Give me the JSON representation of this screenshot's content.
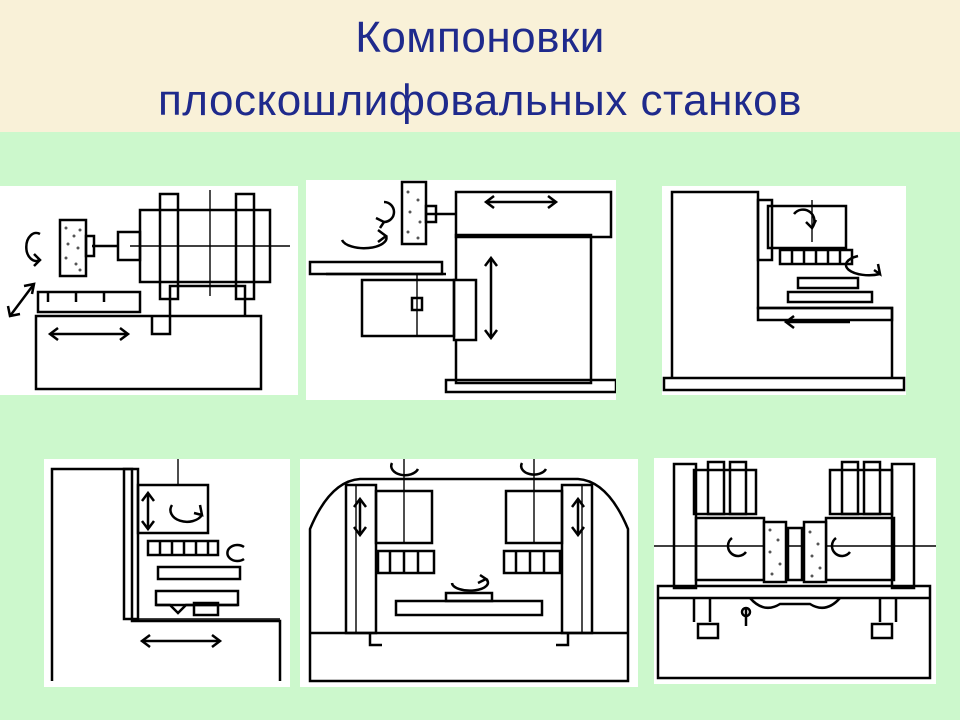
{
  "slide": {
    "title_line1": "Компоновки",
    "title_line2": "плоскошлифовальных станков"
  },
  "colors": {
    "title_band": "#f9f1d8",
    "content_band": "#ccf8cc",
    "title_text": "#1f2a8c",
    "drawing_line": "#000000",
    "panel_background": "#ffffff"
  },
  "diagrams": [
    {
      "id": "layout-1",
      "icon": "horizontal-spindle-rectangular-table-icon"
    },
    {
      "id": "layout-2",
      "icon": "column-horizontal-spindle-cross-slide-icon"
    },
    {
      "id": "layout-3",
      "icon": "vertical-spindle-rotary-table-icon"
    },
    {
      "id": "layout-4",
      "icon": "vertical-spindle-rectangular-table-icon"
    },
    {
      "id": "layout-5",
      "icon": "double-column-rotary-table-icon"
    },
    {
      "id": "layout-6",
      "icon": "double-spindle-face-grinder-icon"
    }
  ]
}
